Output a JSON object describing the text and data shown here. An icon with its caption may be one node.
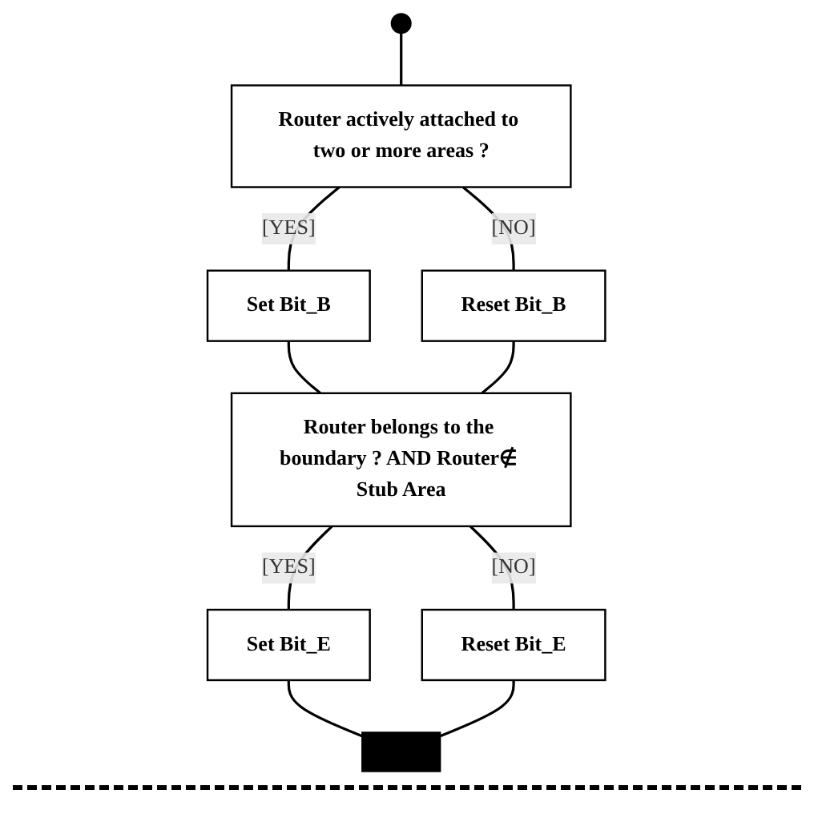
{
  "diagram": {
    "nodes": [
      {
        "text": [],
        "shape": "circle"
      },
      {
        "text": [
          "Router actively attached to two or more areas ?"
        ]
      },
      {
        "text": [
          "Set Bit_B"
        ]
      },
      {
        "text": [
          "Reset Bit_B"
        ]
      },
      {
        "text": [
          "Router belongs to the boundary ? AND Router∉ Stub Area"
        ]
      },
      {
        "text": [
          "Set Bit_E"
        ]
      },
      {
        "text": [
          "Reset Bit_E"
        ]
      },
      {
        "text": [],
        "shape": "bar"
      }
    ],
    "edges": [
      {
        "from": 0,
        "to": 1,
        "arrow": "none"
      },
      {
        "from": 1,
        "to": 2,
        "arrow": "none",
        "label": "[YES]"
      },
      {
        "from": 1,
        "to": 3,
        "arrow": "none",
        "label": "[NO]"
      },
      {
        "from": 2,
        "to": 4,
        "arrow": "none"
      },
      {
        "from": 3,
        "to": 4,
        "arrow": "none"
      },
      {
        "from": 4,
        "to": 5,
        "arrow": "none",
        "label": "[YES]"
      },
      {
        "from": 4,
        "to": 6,
        "arrow": "none",
        "label": "[NO]"
      },
      {
        "from": 5,
        "to": 7,
        "arrow": "none"
      },
      {
        "from": 6,
        "to": 7,
        "arrow": "none"
      }
    ]
  }
}
